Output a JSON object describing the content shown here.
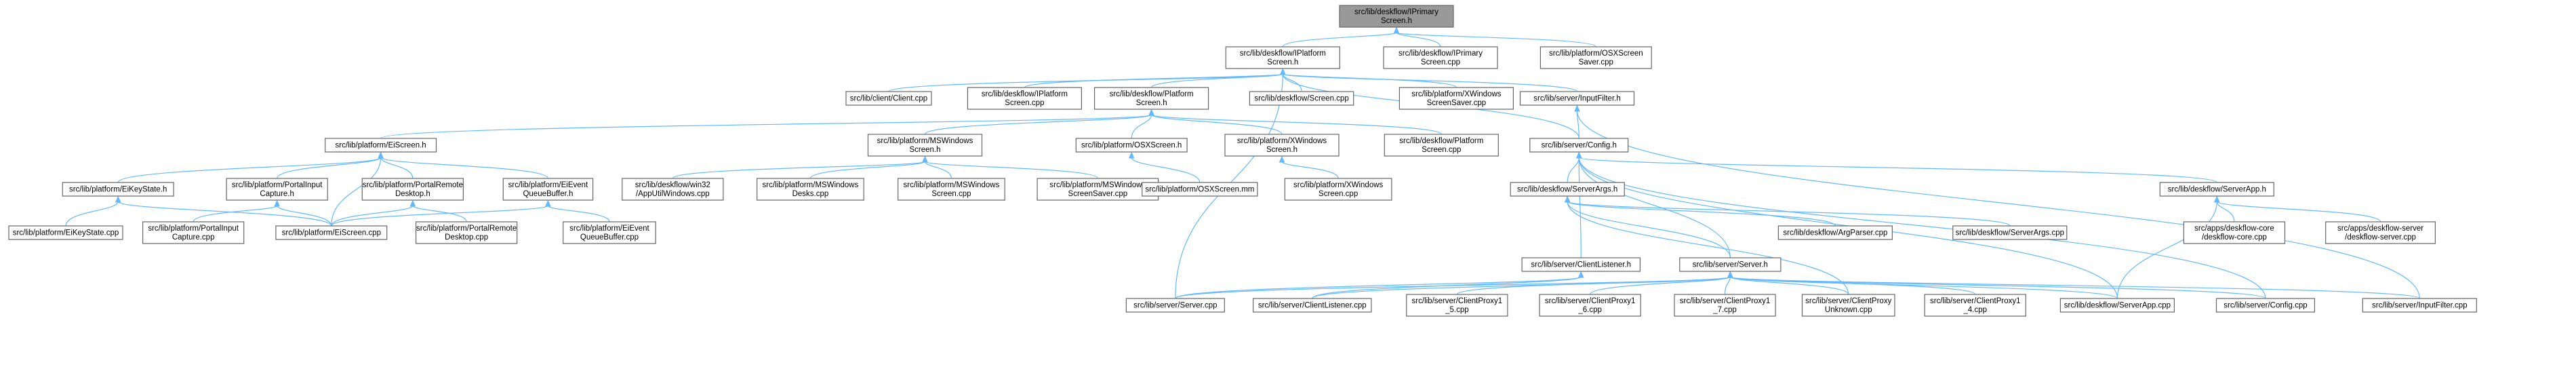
{
  "diagram": {
    "nodes": [
      {
        "id": "root",
        "lines": [
          "src/lib/deskflow/IPrimary",
          "Screen.h"
        ],
        "root": true
      },
      {
        "id": "IPlatformScreen.h",
        "lines": [
          "src/lib/deskflow/IPlatform",
          "Screen.h"
        ]
      },
      {
        "id": "IPrimaryScreen.cpp",
        "lines": [
          "src/lib/deskflow/IPrimary",
          "Screen.cpp"
        ]
      },
      {
        "id": "OSXScreenSaver.cpp",
        "lines": [
          "src/lib/platform/OSXScreen",
          "Saver.cpp"
        ]
      },
      {
        "id": "Client.cpp",
        "lines": [
          "src/lib/client/Client.cpp"
        ]
      },
      {
        "id": "IPlatformScreen.cpp",
        "lines": [
          "src/lib/deskflow/IPlatform",
          "Screen.cpp"
        ]
      },
      {
        "id": "PlatformScreen.h",
        "lines": [
          "src/lib/deskflow/Platform",
          "Screen.h"
        ]
      },
      {
        "id": "deskflowScreen.cpp",
        "lines": [
          "src/lib/deskflow/Screen.cpp"
        ]
      },
      {
        "id": "XWindowsScreenSaver.cpp",
        "lines": [
          "src/lib/platform/XWindows",
          "ScreenSaver.cpp"
        ]
      },
      {
        "id": "InputFilter.h",
        "lines": [
          "src/lib/server/InputFilter.h"
        ]
      },
      {
        "id": "EiScreen.h",
        "lines": [
          "src/lib/platform/EiScreen.h"
        ]
      },
      {
        "id": "MSWindowsScreen.h",
        "lines": [
          "src/lib/platform/MSWindows",
          "Screen.h"
        ]
      },
      {
        "id": "OSXScreen.h",
        "lines": [
          "src/lib/platform/OSXScreen.h"
        ]
      },
      {
        "id": "XWindowsScreen.h",
        "lines": [
          "src/lib/platform/XWindows",
          "Screen.h"
        ]
      },
      {
        "id": "PlatformScreen.cpp",
        "lines": [
          "src/lib/deskflow/Platform",
          "Screen.cpp"
        ]
      },
      {
        "id": "Config.h",
        "lines": [
          "src/lib/server/Config.h"
        ]
      },
      {
        "id": "EiKeyState.h",
        "lines": [
          "src/lib/platform/EiKeyState.h"
        ]
      },
      {
        "id": "PortalInputCapture.h",
        "lines": [
          "src/lib/platform/PortalInput",
          "Capture.h"
        ]
      },
      {
        "id": "PortalRemoteDesktop.h",
        "lines": [
          "src/lib/platform/PortalRemote",
          "Desktop.h"
        ]
      },
      {
        "id": "EiEventQueueBuffer.h",
        "lines": [
          "src/lib/platform/EiEvent",
          "QueueBuffer.h"
        ]
      },
      {
        "id": "AppUtilWindows.cpp",
        "lines": [
          "src/lib/deskflow/win32",
          "/AppUtilWindows.cpp"
        ]
      },
      {
        "id": "MSWindowsDesks.cpp",
        "lines": [
          "src/lib/platform/MSWindows",
          "Desks.cpp"
        ]
      },
      {
        "id": "MSWindowsScreen.cpp",
        "lines": [
          "src/lib/platform/MSWindows",
          "Screen.cpp"
        ]
      },
      {
        "id": "MSWindowsScreenSaver.cpp",
        "lines": [
          "src/lib/platform/MSWindows",
          "ScreenSaver.cpp"
        ]
      },
      {
        "id": "OSXScreen.mm",
        "lines": [
          "src/lib/platform/OSXScreen.mm"
        ]
      },
      {
        "id": "XWindowsScreen.cpp",
        "lines": [
          "src/lib/platform/XWindows",
          "Screen.cpp"
        ]
      },
      {
        "id": "ServerArgs.h",
        "lines": [
          "src/lib/deskflow/ServerArgs.h"
        ]
      },
      {
        "id": "ServerApp.h",
        "lines": [
          "src/lib/deskflow/ServerApp.h"
        ]
      },
      {
        "id": "EiKeyState.cpp",
        "lines": [
          "src/lib/platform/EiKeyState.cpp"
        ]
      },
      {
        "id": "PortalInputCapture.cpp",
        "lines": [
          "src/lib/platform/PortalInput",
          "Capture.cpp"
        ]
      },
      {
        "id": "EiScreen.cpp",
        "lines": [
          "src/lib/platform/EiScreen.cpp"
        ]
      },
      {
        "id": "PortalRemoteDesktop.cpp",
        "lines": [
          "src/lib/platform/PortalRemote",
          "Desktop.cpp"
        ]
      },
      {
        "id": "EiEventQueueBuffer.cpp",
        "lines": [
          "src/lib/platform/EiEvent",
          "QueueBuffer.cpp"
        ]
      },
      {
        "id": "ClientListener.h",
        "lines": [
          "src/lib/server/ClientListener.h"
        ]
      },
      {
        "id": "Server.h",
        "lines": [
          "src/lib/server/Server.h"
        ]
      },
      {
        "id": "ArgParser.cpp",
        "lines": [
          "src/lib/deskflow/ArgParser.cpp"
        ]
      },
      {
        "id": "ServerArgs.cpp",
        "lines": [
          "src/lib/deskflow/ServerArgs.cpp"
        ]
      },
      {
        "id": "deskflow-core.cpp",
        "lines": [
          "src/apps/deskflow-core",
          "/deskflow-core.cpp"
        ]
      },
      {
        "id": "deskflow-server.cpp",
        "lines": [
          "src/apps/deskflow-server",
          "/deskflow-server.cpp"
        ]
      },
      {
        "id": "Server.cpp",
        "lines": [
          "src/lib/server/Server.cpp"
        ]
      },
      {
        "id": "ClientListener.cpp",
        "lines": [
          "src/lib/server/ClientListener.cpp"
        ]
      },
      {
        "id": "ClientProxy1_5.cpp",
        "lines": [
          "src/lib/server/ClientProxy1",
          "_5.cpp"
        ]
      },
      {
        "id": "ClientProxy1_6.cpp",
        "lines": [
          "src/lib/server/ClientProxy1",
          "_6.cpp"
        ]
      },
      {
        "id": "ClientProxy1_7.cpp",
        "lines": [
          "src/lib/server/ClientProxy1",
          "_7.cpp"
        ]
      },
      {
        "id": "ClientProxyUnknown.cpp",
        "lines": [
          "src/lib/server/ClientProxy",
          "Unknown.cpp"
        ]
      },
      {
        "id": "ClientProxy1_4.cpp",
        "lines": [
          "src/lib/server/ClientProxy1",
          "_4.cpp"
        ]
      },
      {
        "id": "ServerApp.cpp",
        "lines": [
          "src/lib/deskflow/ServerApp.cpp"
        ]
      },
      {
        "id": "Config.cpp",
        "lines": [
          "src/lib/server/Config.cpp"
        ]
      },
      {
        "id": "InputFilter.cpp",
        "lines": [
          "src/lib/server/InputFilter.cpp"
        ]
      }
    ],
    "edges": [
      [
        "IPlatformScreen.h",
        "root"
      ],
      [
        "IPrimaryScreen.cpp",
        "root"
      ],
      [
        "OSXScreenSaver.cpp",
        "root"
      ],
      [
        "Client.cpp",
        "IPlatformScreen.h"
      ],
      [
        "IPlatformScreen.cpp",
        "IPlatformScreen.h"
      ],
      [
        "PlatformScreen.h",
        "IPlatformScreen.h"
      ],
      [
        "deskflowScreen.cpp",
        "IPlatformScreen.h"
      ],
      [
        "XWindowsScreenSaver.cpp",
        "IPlatformScreen.h"
      ],
      [
        "InputFilter.h",
        "IPlatformScreen.h"
      ],
      [
        "Server.cpp",
        "IPlatformScreen.h"
      ],
      [
        "Config.h",
        "IPlatformScreen.h"
      ],
      [
        "EiScreen.h",
        "PlatformScreen.h"
      ],
      [
        "MSWindowsScreen.h",
        "PlatformScreen.h"
      ],
      [
        "OSXScreen.h",
        "PlatformScreen.h"
      ],
      [
        "XWindowsScreen.h",
        "PlatformScreen.h"
      ],
      [
        "PlatformScreen.cpp",
        "PlatformScreen.h"
      ],
      [
        "Config.h",
        "InputFilter.h"
      ],
      [
        "InputFilter.cpp",
        "InputFilter.h"
      ],
      [
        "EiKeyState.h",
        "EiScreen.h"
      ],
      [
        "PortalInputCapture.h",
        "EiScreen.h"
      ],
      [
        "PortalRemoteDesktop.h",
        "EiScreen.h"
      ],
      [
        "EiEventQueueBuffer.h",
        "EiScreen.h"
      ],
      [
        "EiScreen.cpp",
        "EiScreen.h"
      ],
      [
        "AppUtilWindows.cpp",
        "MSWindowsScreen.h"
      ],
      [
        "MSWindowsDesks.cpp",
        "MSWindowsScreen.h"
      ],
      [
        "MSWindowsScreen.cpp",
        "MSWindowsScreen.h"
      ],
      [
        "MSWindowsScreenSaver.cpp",
        "MSWindowsScreen.h"
      ],
      [
        "OSXScreen.mm",
        "OSXScreen.h"
      ],
      [
        "XWindowsScreen.cpp",
        "XWindowsScreen.h"
      ],
      [
        "ServerArgs.h",
        "Config.h"
      ],
      [
        "ServerApp.h",
        "Config.h"
      ],
      [
        "ClientListener.h",
        "Config.h"
      ],
      [
        "Server.h",
        "Config.h"
      ],
      [
        "ServerApp.cpp",
        "Config.h"
      ],
      [
        "Config.cpp",
        "Config.h"
      ],
      [
        "EiKeyState.cpp",
        "EiKeyState.h"
      ],
      [
        "EiScreen.cpp",
        "EiKeyState.h"
      ],
      [
        "PortalInputCapture.cpp",
        "PortalInputCapture.h"
      ],
      [
        "EiScreen.cpp",
        "PortalInputCapture.h"
      ],
      [
        "EiScreen.cpp",
        "PortalRemoteDesktop.h"
      ],
      [
        "PortalRemoteDesktop.cpp",
        "PortalRemoteDesktop.h"
      ],
      [
        "EiScreen.cpp",
        "EiEventQueueBuffer.h"
      ],
      [
        "EiEventQueueBuffer.cpp",
        "EiEventQueueBuffer.h"
      ],
      [
        "Server.h",
        "ServerArgs.h"
      ],
      [
        "ArgParser.cpp",
        "ServerArgs.h"
      ],
      [
        "ServerArgs.cpp",
        "ServerArgs.h"
      ],
      [
        "ClientProxyUnknown.cpp",
        "ServerArgs.h"
      ],
      [
        "deskflow-core.cpp",
        "ServerApp.h"
      ],
      [
        "deskflow-server.cpp",
        "ServerApp.h"
      ],
      [
        "ServerApp.cpp",
        "ServerApp.h"
      ],
      [
        "Server.cpp",
        "ClientListener.h"
      ],
      [
        "ClientListener.cpp",
        "ClientListener.h"
      ],
      [
        "Server.cpp",
        "Server.h"
      ],
      [
        "ClientListener.cpp",
        "Server.h"
      ],
      [
        "ClientProxy1_5.cpp",
        "Server.h"
      ],
      [
        "ClientProxy1_6.cpp",
        "Server.h"
      ],
      [
        "ClientProxy1_7.cpp",
        "Server.h"
      ],
      [
        "ClientProxyUnknown.cpp",
        "Server.h"
      ],
      [
        "ClientProxy1_4.cpp",
        "Server.h"
      ],
      [
        "ServerApp.cpp",
        "Server.h"
      ],
      [
        "Config.cpp",
        "Server.h"
      ],
      [
        "InputFilter.cpp",
        "Server.h"
      ]
    ],
    "colors": {
      "edge": "#63b8ff",
      "node_border": "#666666",
      "root_fill": "#999999"
    }
  }
}
